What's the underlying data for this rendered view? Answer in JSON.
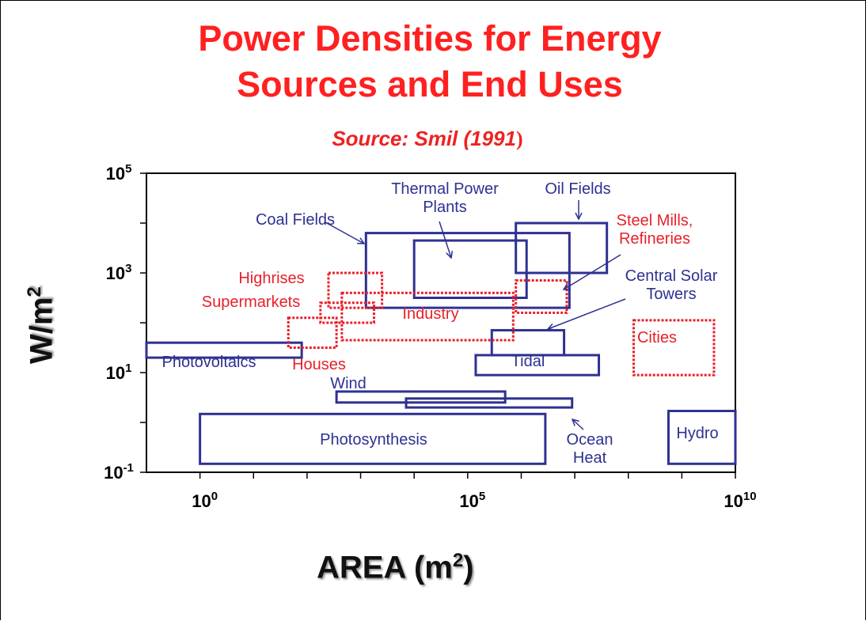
{
  "title_line1": "Power Densities for Energy",
  "title_line2": "Sources and End Uses",
  "subtitle_main": "Source:  Smil (1991",
  "subtitle_paren": ")",
  "ylabel_main": "W/m",
  "ylabel_sup": "2",
  "xlabel_main": "AREA (m",
  "xlabel_sup": "2",
  "xlabel_end": ")",
  "colors": {
    "title": "#ff2020",
    "source": "#2e3192",
    "enduse": "#e8202a",
    "axis": "#000000"
  },
  "chart_data": {
    "type": "range-boxes",
    "xscale": "log10",
    "yscale": "log10",
    "xlim_exp": [
      -1,
      10
    ],
    "ylim_exp": [
      -1,
      5
    ],
    "x_ticks": [
      {
        "base": "10",
        "exp": "0",
        "value_exp": 0
      },
      {
        "base": "10",
        "exp": "5",
        "value_exp": 5
      },
      {
        "base": "10",
        "exp": "10",
        "value_exp": 10
      }
    ],
    "y_ticks": [
      {
        "base": "10",
        "exp": "-1",
        "value_exp": -1
      },
      {
        "base": "10",
        "exp": "1",
        "value_exp": 1
      },
      {
        "base": "10",
        "exp": "3",
        "value_exp": 3
      },
      {
        "base": "10",
        "exp": "5",
        "value_exp": 5
      }
    ],
    "boxes": [
      {
        "id": "photovoltaics",
        "kind": "source",
        "x_exp": [
          -1,
          1.9
        ],
        "y_exp": [
          1.3,
          1.6
        ]
      },
      {
        "id": "coal-fields",
        "kind": "source",
        "x_exp": [
          3.1,
          6.9
        ],
        "y_exp": [
          2.3,
          3.8
        ]
      },
      {
        "id": "thermal-power-plants",
        "kind": "source",
        "x_exp": [
          4.0,
          6.1
        ],
        "y_exp": [
          2.5,
          3.65
        ]
      },
      {
        "id": "oil-fields",
        "kind": "source",
        "x_exp": [
          5.9,
          7.6
        ],
        "y_exp": [
          3.0,
          4.0
        ]
      },
      {
        "id": "central-solar-towers",
        "kind": "source",
        "x_exp": [
          5.45,
          6.8
        ],
        "y_exp": [
          1.35,
          1.85
        ]
      },
      {
        "id": "tidal",
        "kind": "source",
        "x_exp": [
          5.15,
          7.45
        ],
        "y_exp": [
          0.95,
          1.35
        ]
      },
      {
        "id": "wind",
        "kind": "source",
        "x_exp": [
          2.55,
          5.7
        ],
        "y_exp": [
          0.4,
          0.62
        ]
      },
      {
        "id": "ocean-heat",
        "kind": "source",
        "x_exp": [
          3.85,
          6.95
        ],
        "y_exp": [
          0.3,
          0.48
        ]
      },
      {
        "id": "photosynthesis",
        "kind": "source",
        "x_exp": [
          0,
          6.45
        ],
        "y_exp": [
          -0.83,
          0.17
        ]
      },
      {
        "id": "hydro",
        "kind": "source",
        "x_exp": [
          8.75,
          10
        ],
        "y_exp": [
          -0.83,
          0.23
        ]
      },
      {
        "id": "highrises",
        "kind": "enduse",
        "x_exp": [
          2.4,
          3.4
        ],
        "y_exp": [
          2.3,
          3.0
        ]
      },
      {
        "id": "supermarkets",
        "kind": "enduse",
        "x_exp": [
          2.25,
          3.25
        ],
        "y_exp": [
          2.0,
          2.4
        ]
      },
      {
        "id": "houses",
        "kind": "enduse",
        "x_exp": [
          1.65,
          2.55
        ],
        "y_exp": [
          1.5,
          2.1
        ]
      },
      {
        "id": "industry",
        "kind": "enduse",
        "x_exp": [
          2.65,
          5.85
        ],
        "y_exp": [
          1.65,
          2.6
        ]
      },
      {
        "id": "steel-mills-refineries",
        "kind": "enduse",
        "x_exp": [
          5.9,
          6.85
        ],
        "y_exp": [
          2.2,
          2.85
        ]
      },
      {
        "id": "cities",
        "kind": "enduse",
        "x_exp": [
          8.1,
          9.6
        ],
        "y_exp": [
          0.95,
          2.05
        ]
      }
    ],
    "labels": [
      {
        "id": "thermal-power-plants",
        "kind": "source",
        "lines": [
          "Thermal Power",
          "Plants"
        ]
      },
      {
        "id": "oil-fields",
        "kind": "source",
        "lines": [
          "Oil Fields"
        ]
      },
      {
        "id": "coal-fields",
        "kind": "source",
        "lines": [
          "Coal Fields"
        ]
      },
      {
        "id": "steel-mills-refineries",
        "kind": "enduse",
        "lines": [
          "Steel Mills,",
          "Refineries"
        ]
      },
      {
        "id": "highrises",
        "kind": "enduse",
        "lines": [
          "Highrises"
        ]
      },
      {
        "id": "central-solar-towers",
        "kind": "source",
        "lines": [
          "Central Solar",
          "Towers"
        ]
      },
      {
        "id": "supermarkets",
        "kind": "enduse",
        "lines": [
          "Supermarkets"
        ]
      },
      {
        "id": "industry",
        "kind": "enduse",
        "lines": [
          "Industry"
        ]
      },
      {
        "id": "cities",
        "kind": "enduse",
        "lines": [
          "Cities"
        ]
      },
      {
        "id": "photovoltaics",
        "kind": "source",
        "lines": [
          "Photovoltaics"
        ]
      },
      {
        "id": "houses",
        "kind": "enduse",
        "lines": [
          "Houses"
        ]
      },
      {
        "id": "tidal",
        "kind": "source",
        "lines": [
          "Tidal"
        ]
      },
      {
        "id": "wind",
        "kind": "source",
        "lines": [
          "Wind"
        ]
      },
      {
        "id": "photosynthesis",
        "kind": "source",
        "lines": [
          "Photosynthesis"
        ]
      },
      {
        "id": "ocean-heat",
        "kind": "source",
        "lines": [
          "Ocean",
          "Heat"
        ]
      },
      {
        "id": "hydro",
        "kind": "source",
        "lines": [
          "Hydro"
        ]
      }
    ]
  }
}
